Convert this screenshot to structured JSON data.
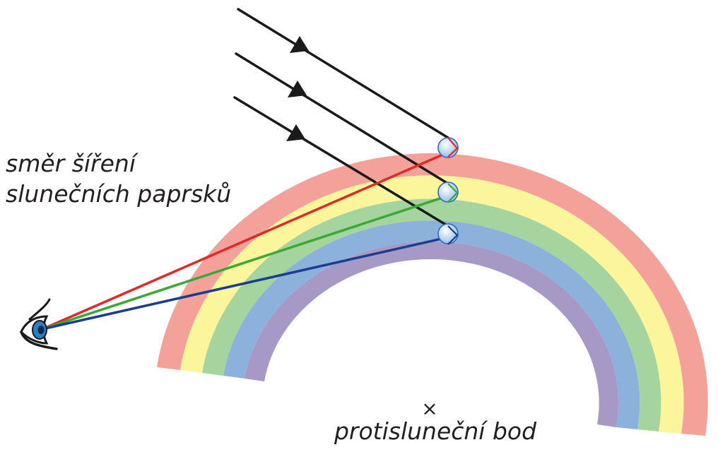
{
  "labels": {
    "sun_direction_line1": "směr šíření",
    "sun_direction_line2": "slunečních paprsků",
    "antisolar_point": "protisluneční bod",
    "antisolar_marker": "×"
  },
  "colors": {
    "band_red": "#f4a199",
    "band_yellow": "#fbf59b",
    "band_green": "#a6d49f",
    "band_blue": "#8cb2dc",
    "band_violet": "#a799c6",
    "ray_red": "#e0292b",
    "ray_green": "#3aa935",
    "ray_blue": "#1a3d8f",
    "sun_ray": "#1a1a1a",
    "droplet_fill": "#c9dff2",
    "droplet_stroke": "#2e6cc4",
    "text": "#231f20"
  },
  "rainbow_bands": [
    "red",
    "yellow",
    "green",
    "blue",
    "violet"
  ],
  "icons": [
    "eye-icon",
    "raindrop-icon",
    "arrowhead-icon"
  ]
}
